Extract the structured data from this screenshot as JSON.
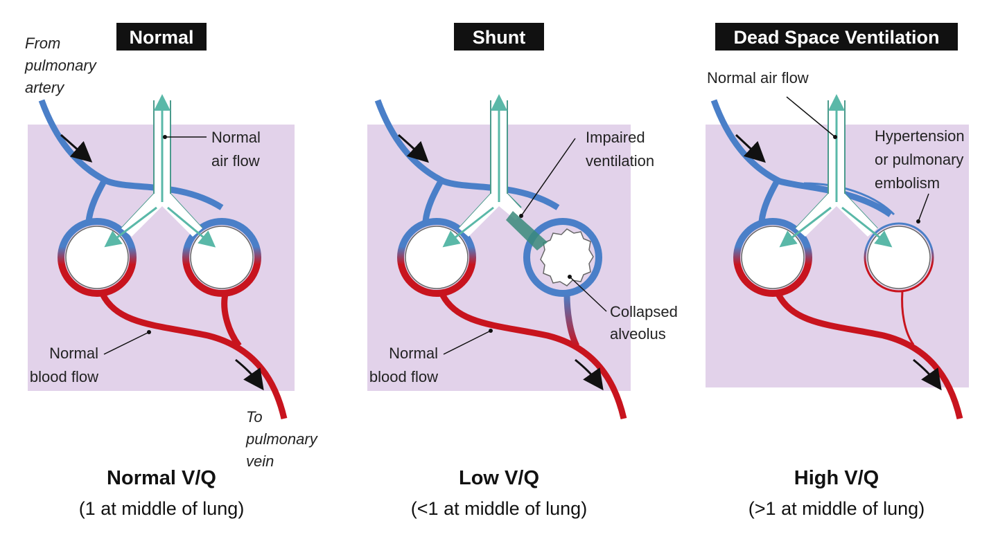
{
  "panels": [
    {
      "title": "Normal",
      "caption_main": "Normal V/Q",
      "caption_sub": "(1 at middle of lung)",
      "labels": {
        "from_artery": [
          "From",
          "pulmonary",
          "artery"
        ],
        "air_flow": [
          "Normal",
          "air flow"
        ],
        "blood_flow": [
          "Normal",
          "blood flow"
        ],
        "to_vein": [
          "To",
          "pulmonary",
          "vein"
        ]
      }
    },
    {
      "title": "Shunt",
      "caption_main": "Low V/Q",
      "caption_sub": "(<1 at middle of lung)",
      "labels": {
        "impaired": [
          "Impaired",
          "ventilation"
        ],
        "collapsed": [
          "Collapsed",
          "alveolus"
        ],
        "blood_flow": [
          "Normal",
          "blood flow"
        ]
      }
    },
    {
      "title": "Dead Space Ventilation",
      "caption_main": "High V/Q",
      "caption_sub": "(>1 at middle of lung)",
      "labels": {
        "air_flow": "Normal air flow",
        "hypertension": [
          "Hypertension",
          "or pulmonary",
          "embolism"
        ]
      }
    }
  ],
  "colors": {
    "background_panel": "#e2d2ea",
    "artery_blue": "#4a7fc8",
    "vein_red": "#c8141e",
    "airway_teal": "#5ab8a8",
    "title_box": "#111111"
  }
}
